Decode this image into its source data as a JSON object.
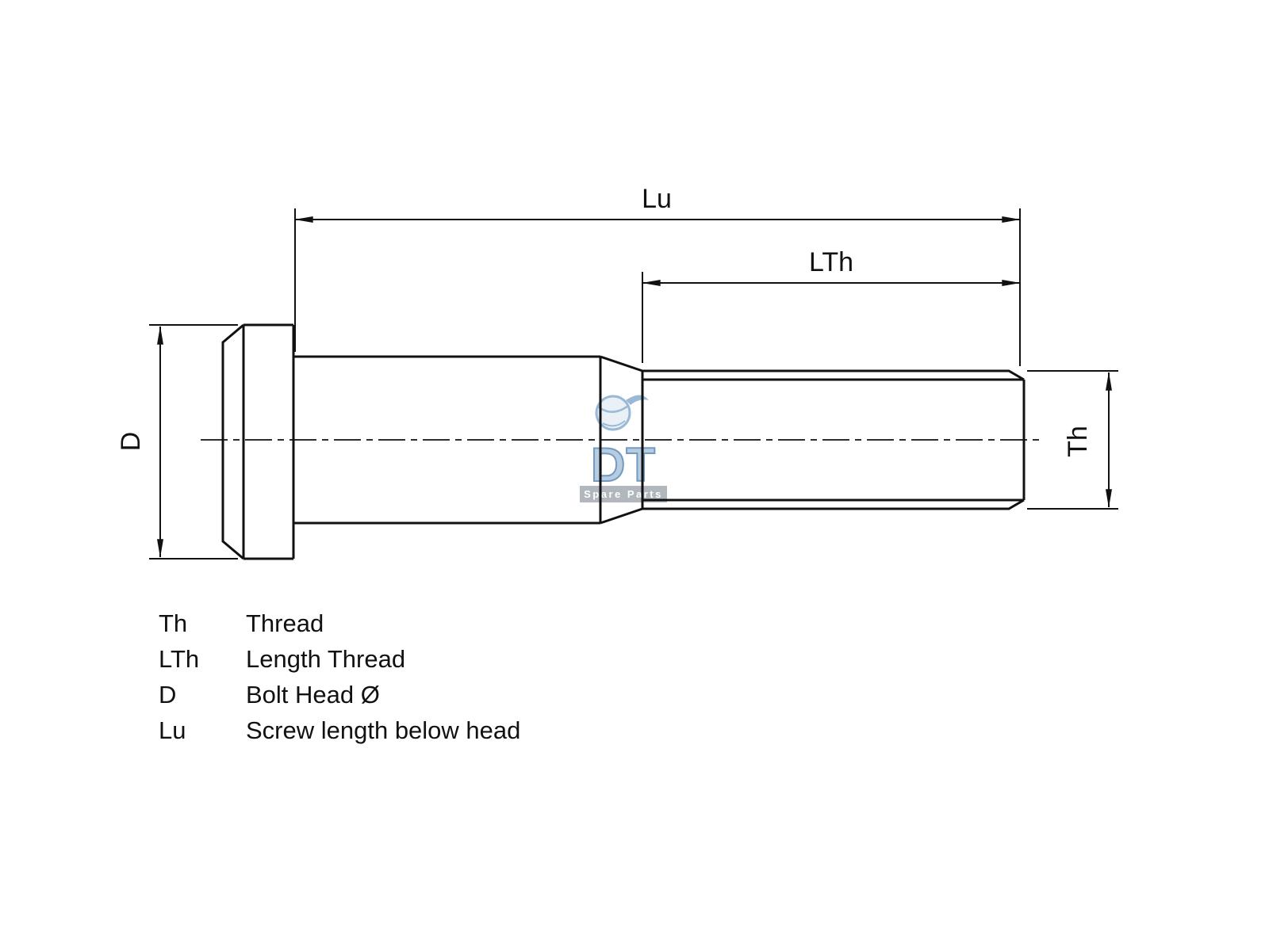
{
  "dimensions": {
    "lu": "Lu",
    "lth": "LTh",
    "d": "D",
    "th": "Th"
  },
  "legend": {
    "rows": [
      {
        "abbr": "Th",
        "desc": "Thread"
      },
      {
        "abbr": "LTh",
        "desc": "Length Thread"
      },
      {
        "abbr": "D",
        "desc": "Bolt Head Ø"
      },
      {
        "abbr": "Lu",
        "desc": "Screw length below head"
      }
    ]
  },
  "watermark": {
    "brand": "DT",
    "tagline": "Spare Parts"
  },
  "colors": {
    "line": "#111111",
    "watermark_blue": "#8fb2d3",
    "watermark_band": "#a9b0b6",
    "background": "#ffffff"
  }
}
